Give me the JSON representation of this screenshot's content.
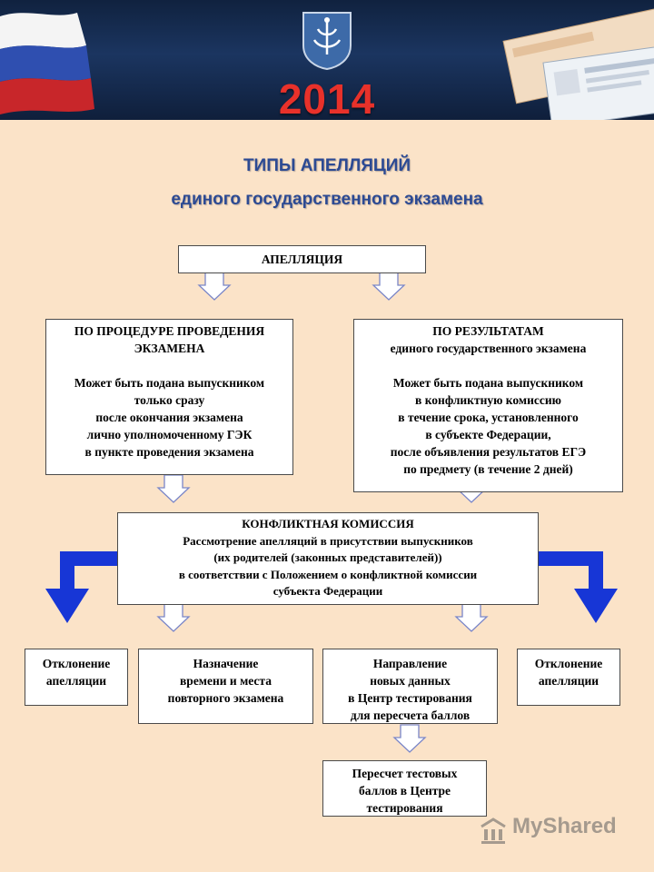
{
  "banner": {
    "year": "2014"
  },
  "title": {
    "main": "ТИПЫ АПЕЛЛЯЦИЙ",
    "sub": "единого государственного экзамена"
  },
  "nodes": {
    "appeal": {
      "lines": [
        "АПЕЛЛЯЦИЯ"
      ]
    },
    "procedure": {
      "lines": [
        "ПО ПРОЦЕДУРЕ ПРОВЕДЕНИЯ",
        "ЭКЗАМЕНА",
        "",
        "Может быть подана выпускником",
        "только сразу",
        "после окончания экзамена",
        "лично уполномоченному ГЭК",
        "в пункте проведения экзамена"
      ]
    },
    "results": {
      "lines": [
        "ПО РЕЗУЛЬТАТАМ",
        "единого государственного экзамена",
        "",
        "Может быть подана выпускником",
        "в конфликтную комиссию",
        "в течение срока, установленного",
        "в субъекте Федерации,",
        "после объявления результатов ЕГЭ",
        "по предмету (в течение 2 дней)"
      ]
    },
    "commission": {
      "lines": [
        "КОНФЛИКТНАЯ КОМИССИЯ",
        "Рассмотрение апелляций в присутствии выпускников",
        "(их родителей (законных представителей))",
        "в соответствии с Положением о конфликтной комиссии",
        "субъекта Федерации"
      ]
    },
    "reject_left": {
      "lines": [
        "Отклонение",
        "апелляции"
      ]
    },
    "reschedule": {
      "lines": [
        "Назначение",
        "времени и места",
        "повторного экзамена"
      ]
    },
    "new_data": {
      "lines": [
        "Направление",
        "новых данных",
        "в Центр тестирования",
        "для пересчета баллов"
      ]
    },
    "reject_right": {
      "lines": [
        "Отклонение",
        "апелляции"
      ]
    },
    "recount": {
      "lines": [
        "Пересчет тестовых",
        "баллов в Центре",
        "тестирования"
      ]
    }
  },
  "watermark": "MyShared",
  "colors": {
    "background": "#fbe3c8",
    "title": "#2c4a93",
    "accent_arrow": "#1736d6",
    "year": "#e8312a"
  }
}
